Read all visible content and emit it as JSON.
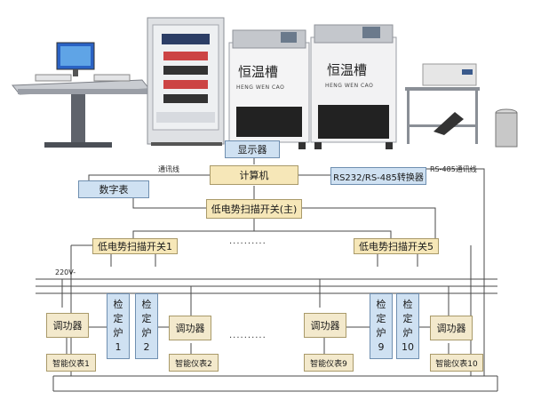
{
  "equipment": {
    "tank_name": "恒温槽",
    "tank_sub": "HENG WEN CAO"
  },
  "nodes": {
    "display": "显示器",
    "computer": "计算机",
    "converter": "RS232/RS-485转换器",
    "digital_meter": "数字表",
    "main_switch": "低电势扫描开关(主)",
    "switch_1": "低电势扫描开关1",
    "switch_5": "低电势扫描开关5"
  },
  "labels": {
    "comm_line": "通讯线",
    "rs485_line": "RS-485通讯线",
    "voltage": "220V-",
    "ellipsis": "··········"
  },
  "furnaces": [
    {
      "chars": [
        "检",
        "定",
        "炉",
        "1"
      ]
    },
    {
      "chars": [
        "检",
        "定",
        "炉",
        "2"
      ]
    },
    {
      "chars": [
        "检",
        "定",
        "炉",
        "9"
      ]
    },
    {
      "chars": [
        "检",
        "定",
        "炉",
        "10"
      ]
    }
  ],
  "regulator": "调功器",
  "meters": [
    "智能仪表1",
    "智能仪表2",
    "智能仪表9",
    "智能仪表10"
  ],
  "colors": {
    "box_blue": "#cfe1f2",
    "box_yellow": "#f6e7b8",
    "line": "#4a4a4a"
  }
}
